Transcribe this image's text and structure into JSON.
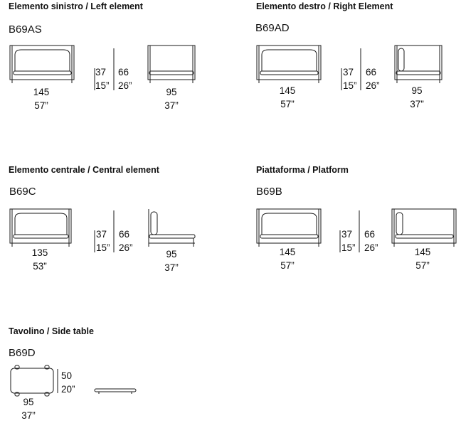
{
  "sections": [
    {
      "title": "Elemento sinistro / Left element",
      "code": "B69AS",
      "front_width_cm": "145",
      "front_width_in": "57”",
      "seat_height_cm": "37",
      "seat_height_in": "15”",
      "total_height_cm": "66",
      "total_height_in": "26”",
      "depth_cm": "95",
      "depth_in": "37”"
    },
    {
      "title": "Elemento destro / Right Element",
      "code": "B69AD",
      "front_width_cm": "145",
      "front_width_in": "57”",
      "seat_height_cm": "37",
      "seat_height_in": "15”",
      "total_height_cm": "66",
      "total_height_in": "26”",
      "depth_cm": "95",
      "depth_in": "37”"
    },
    {
      "title": "Elemento centrale / Central element",
      "code": "B69C",
      "front_width_cm": "135",
      "front_width_in": "53”",
      "seat_height_cm": "37",
      "seat_height_in": "15”",
      "total_height_cm": "66",
      "total_height_in": "26”",
      "depth_cm": "95",
      "depth_in": "37”"
    },
    {
      "title": "Piattaforma / Platform",
      "code": "B69B",
      "front_width_cm": "145",
      "front_width_in": "57”",
      "seat_height_cm": "37",
      "seat_height_in": "15”",
      "total_height_cm": "66",
      "total_height_in": "26”",
      "depth_cm": "145",
      "depth_in": "57”"
    },
    {
      "title": "Tavolino / Side table",
      "code": "B69D",
      "width_cm": "95",
      "width_in": "37”",
      "depth_cm": "50",
      "depth_in": "20”"
    }
  ]
}
